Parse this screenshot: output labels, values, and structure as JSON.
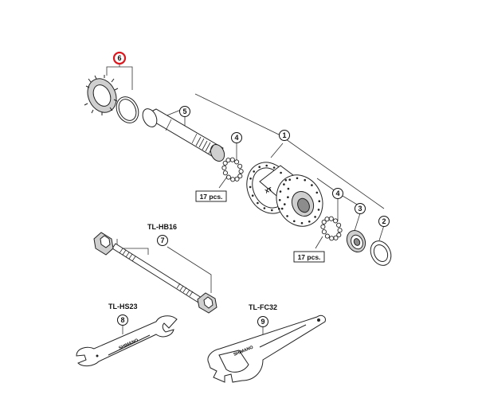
{
  "callouts": {
    "c1": "1",
    "c2": "2",
    "c3": "3",
    "c4a": "4",
    "c4b": "4",
    "c5": "5",
    "c6": "6",
    "c7": "7",
    "c8": "8",
    "c9": "9"
  },
  "ball_counts": {
    "upper": "17 pcs.",
    "lower": "17 pcs."
  },
  "tools": {
    "tl_hb16": "TL-HB16",
    "tl_hs23": "TL-HS23",
    "tl_fc32": "TL-FC32"
  },
  "colors": {
    "highlight_ring": "#d9181f",
    "line": "#333333"
  }
}
